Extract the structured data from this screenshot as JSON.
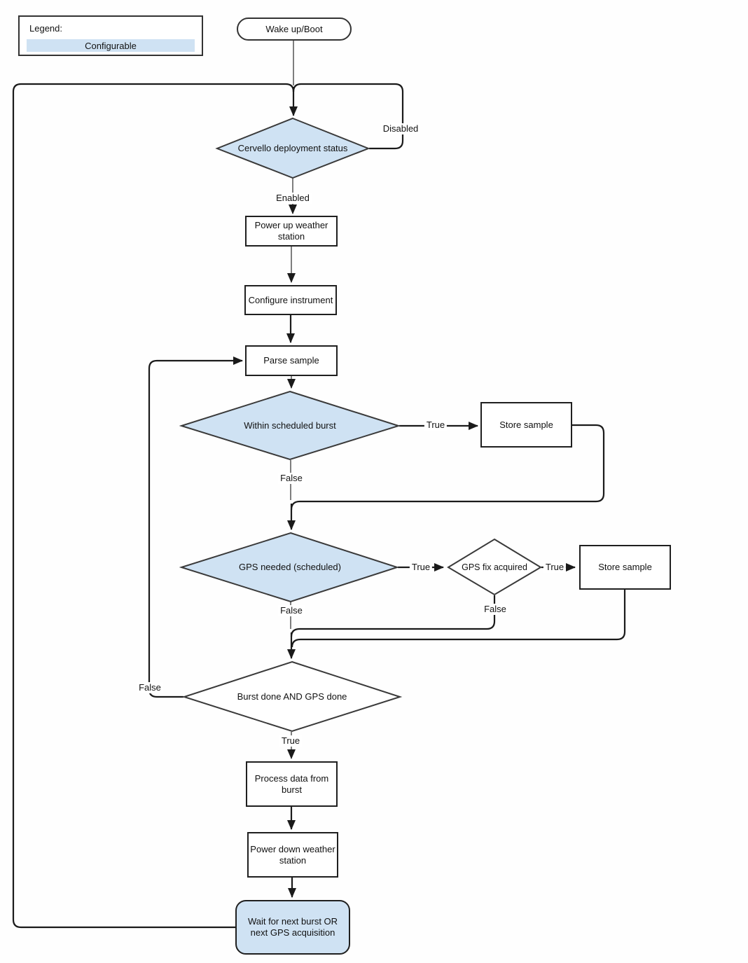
{
  "legend": {
    "title": "Legend:",
    "item_label": "Configurable"
  },
  "colors": {
    "configurable_fill": "#cfe2f3",
    "shape_border": "#333333",
    "connector_line": "#1a1a1a",
    "background": "#ffffff"
  },
  "nodes": {
    "wake": {
      "label": "Wake up/Boot",
      "type": "terminator"
    },
    "cervello": {
      "label": "Cervello deployment status",
      "type": "decision",
      "configurable": true
    },
    "power_up": {
      "label": "Power up weather station",
      "type": "process"
    },
    "configure": {
      "label": "Configure instrument",
      "type": "process"
    },
    "parse": {
      "label": "Parse sample",
      "type": "process"
    },
    "within_burst": {
      "label": "Within scheduled burst",
      "type": "decision",
      "configurable": true
    },
    "store_sample_1": {
      "label": "Store sample",
      "type": "process"
    },
    "gps_needed": {
      "label": "GPS needed (scheduled)",
      "type": "decision",
      "configurable": true
    },
    "gps_fix": {
      "label": "GPS fix acquired",
      "type": "decision",
      "configurable": false
    },
    "store_sample_2": {
      "label": "Store sample",
      "type": "process"
    },
    "burst_done": {
      "label": "Burst done AND GPS done",
      "type": "decision",
      "configurable": false
    },
    "process_data": {
      "label": "Process data from burst",
      "type": "process"
    },
    "power_down": {
      "label": "Power down weather station",
      "type": "process"
    },
    "wait": {
      "label": "Wait for next burst OR next GPS acquisition",
      "type": "terminator",
      "configurable": true
    }
  },
  "edge_labels": {
    "cervello_disabled": "Disabled",
    "cervello_enabled": "Enabled",
    "within_burst_true": "True",
    "within_burst_false": "False",
    "gps_needed_true": "True",
    "gps_needed_false": "False",
    "gps_fix_true": "True",
    "gps_fix_false": "False",
    "burst_done_false": "False",
    "burst_done_true": "True"
  }
}
